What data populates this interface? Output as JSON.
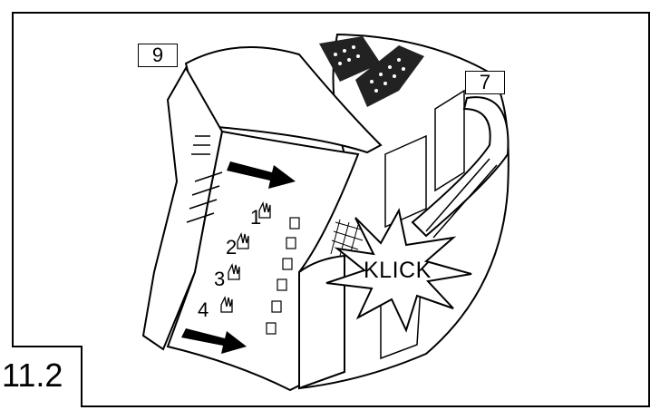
{
  "figure": {
    "figure_number": "11.2",
    "part_labels": {
      "left": "9",
      "right": "7"
    },
    "steps": [
      "1",
      "2",
      "3",
      "4"
    ],
    "callout": "KLICK",
    "colors": {
      "line": "#000000",
      "fill": "#ffffff"
    }
  }
}
